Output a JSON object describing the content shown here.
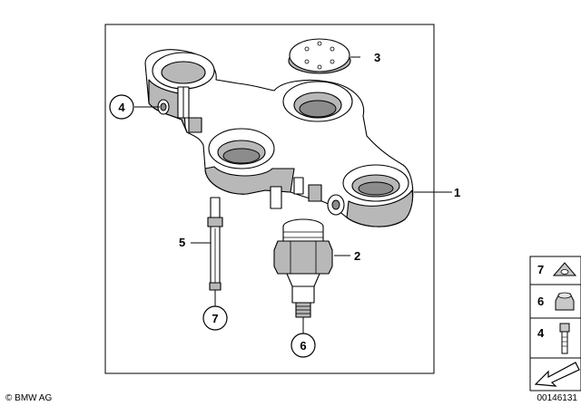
{
  "diagram": {
    "callouts": {
      "c1": "1",
      "c2": "2",
      "c3": "3",
      "c4": "4",
      "c5": "5",
      "c6": "6",
      "c7": "7"
    },
    "legend": {
      "l7": "7",
      "l6": "6",
      "l4": "4"
    },
    "copyright": "© BMW AG",
    "drawing_number": "00146131"
  }
}
